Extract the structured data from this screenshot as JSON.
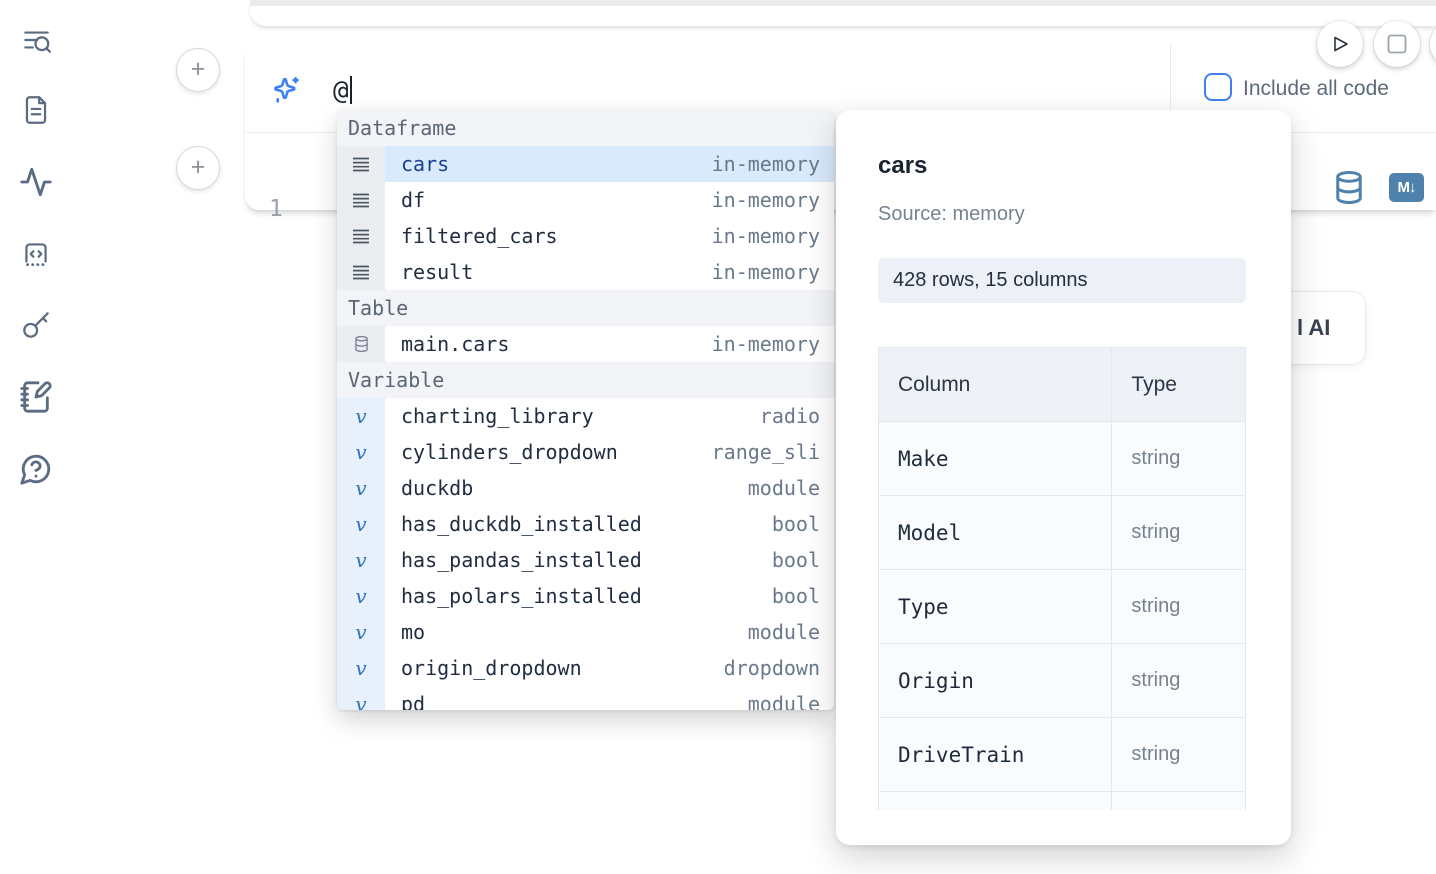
{
  "colors": {
    "accent_blue": "#3b82f6",
    "steel_blue_icons": "#4e82ad",
    "selected_row_bg": "#d9eafc",
    "selected_row_text": "#1c3f8e",
    "checkbox_border": "#3f7ff2"
  },
  "sidebar": {
    "icons": [
      {
        "name": "list-search-icon"
      },
      {
        "name": "file-text-icon"
      },
      {
        "name": "activity-icon"
      },
      {
        "name": "code-square-icon"
      },
      {
        "name": "key-icon"
      },
      {
        "name": "notebook-pen-icon"
      },
      {
        "name": "help-chat-icon"
      }
    ]
  },
  "prompt_cell": {
    "input_value": "@",
    "include_all_code_label": "Include all code",
    "include_all_code_checked": false,
    "sparkles_icon": "sparkles-icon"
  },
  "run_controls": {
    "buttons": [
      {
        "icon": "play-icon"
      },
      {
        "icon": "stop-icon"
      },
      {
        "icon": "partial-button"
      }
    ]
  },
  "code_cell": {
    "line_number": "1",
    "toolbar": {
      "database_icon": "database-icon",
      "markdown_badge": "M↓"
    }
  },
  "autocomplete": {
    "sections": [
      {
        "label": "Dataframe",
        "kind": "dataframe",
        "icon": "rows-icon",
        "items": [
          {
            "name": "cars",
            "type": "in-memory",
            "selected": true
          },
          {
            "name": "df",
            "type": "in-memory"
          },
          {
            "name": "filtered_cars",
            "type": "in-memory"
          },
          {
            "name": "result",
            "type": "in-memory"
          }
        ]
      },
      {
        "label": "Table",
        "kind": "table",
        "icon": "database-icon",
        "items": [
          {
            "name": "main.cars",
            "type": "in-memory"
          }
        ]
      },
      {
        "label": "Variable",
        "kind": "variable",
        "icon": "variable-icon",
        "items": [
          {
            "name": "charting_library",
            "type": "radio"
          },
          {
            "name": "cylinders_dropdown",
            "type": "range_sli"
          },
          {
            "name": "duckdb",
            "type": "module"
          },
          {
            "name": "has_duckdb_installed",
            "type": "bool"
          },
          {
            "name": "has_pandas_installed",
            "type": "bool"
          },
          {
            "name": "has_polars_installed",
            "type": "bool"
          },
          {
            "name": "mo",
            "type": "module"
          },
          {
            "name": "origin_dropdown",
            "type": "dropdown"
          },
          {
            "name": "pd",
            "type": "module",
            "clipped": true
          }
        ]
      }
    ]
  },
  "preview": {
    "title": "cars",
    "source": "Source: memory",
    "shape_pill": "428 rows, 15 columns",
    "table": {
      "headers": [
        "Column",
        "Type"
      ],
      "rows": [
        [
          "Make",
          "string"
        ],
        [
          "Model",
          "string"
        ],
        [
          "Type",
          "string"
        ],
        [
          "Origin",
          "string"
        ],
        [
          "DriveTrain",
          "string"
        ]
      ],
      "clipped_extra_row": true
    }
  },
  "ai_card": {
    "visible_text": "l AI"
  }
}
